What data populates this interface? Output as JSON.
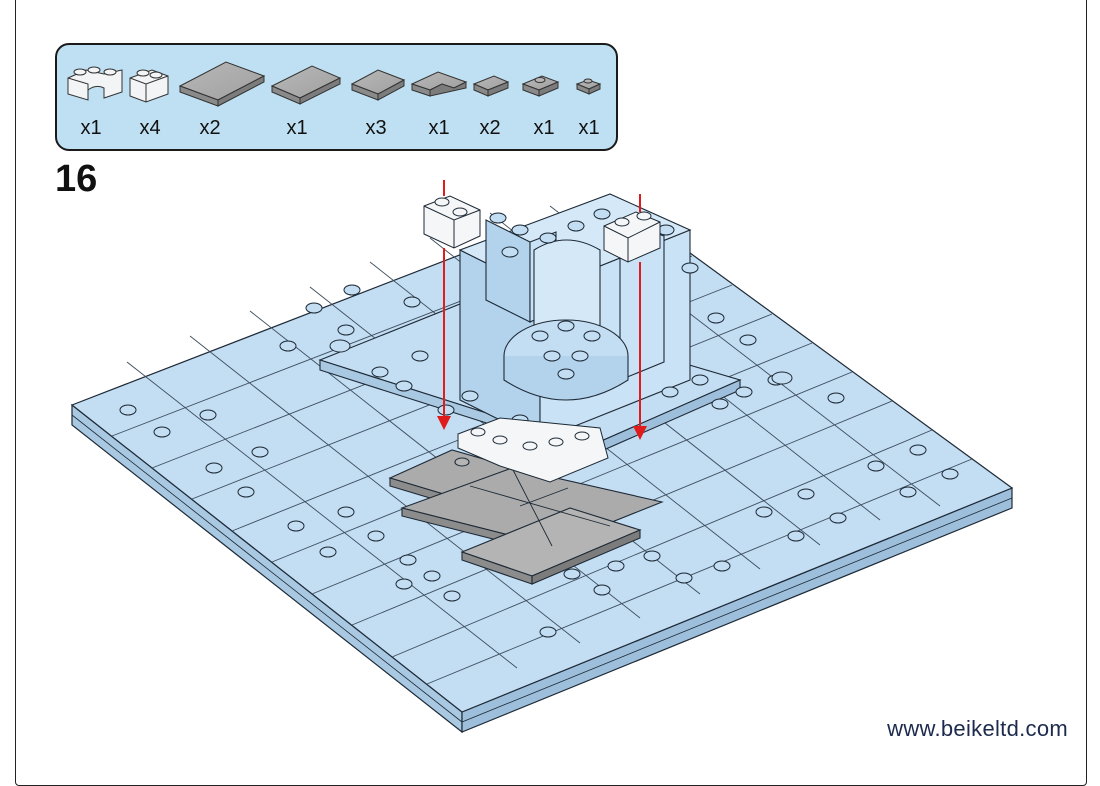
{
  "page": {
    "step_number": "16",
    "website": "www.beikeltd.com"
  },
  "parts": [
    {
      "icon": "clear-arch-brick-icon",
      "qty": "x1"
    },
    {
      "icon": "clear-1x2-brick-icon",
      "qty": "x4"
    },
    {
      "icon": "gray-2x4-tile-icon",
      "qty": "x2"
    },
    {
      "icon": "gray-2x4-tile-icon",
      "qty": "x1"
    },
    {
      "icon": "gray-2x2-tile-icon",
      "qty": "x3"
    },
    {
      "icon": "gray-corner-tile-icon",
      "qty": "x1"
    },
    {
      "icon": "gray-1x2-tile-icon",
      "qty": "x2"
    },
    {
      "icon": "gray-jumper-plate-icon",
      "qty": "x1"
    },
    {
      "icon": "gray-1x1-plate-icon",
      "qty": "x1"
    }
  ],
  "colors": {
    "panel": "#bfe0f2",
    "baseplate": "#c3ddf2",
    "gray_tile": "#a9a9a9",
    "arrow": "#e01b1b",
    "clear_brick": "#f4f6f8"
  }
}
